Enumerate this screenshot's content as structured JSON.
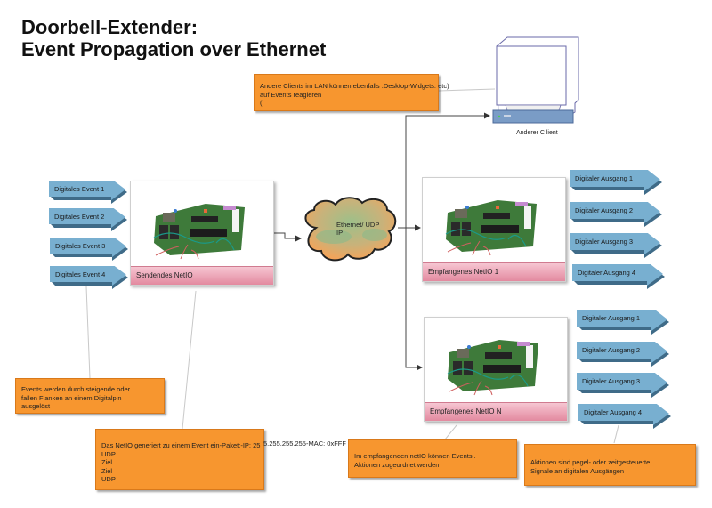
{
  "title": {
    "line1": "Doorbell-Extender:",
    "line2": "Event Propagation over Ethernet"
  },
  "colors": {
    "note": "#f7962f",
    "arrow": "#6fa5c8",
    "arrow_dark": "#3e6a86",
    "card_label": "#e8a0b3",
    "cloud_orange": "#f0a862",
    "cloud_green": "#8ab98a"
  },
  "sender": {
    "label": "Sendendes NetIO",
    "inputs": [
      "Digitales Event 1",
      "Digitales Event 2",
      "Digitales Event 3",
      "Digitales Event 4"
    ]
  },
  "network": {
    "line1": "Ethernet/ UDP",
    "line2": "IP"
  },
  "client": {
    "label": "Anderer C lient"
  },
  "receivers": [
    {
      "label": "Empfangenes NetIO 1",
      "outputs": [
        "Digitaler Ausgang 1",
        "Digitaler Ausgang 2",
        "Digitaler Ausgang 3",
        "Digitaler Ausgang 4"
      ]
    },
    {
      "label": "Empfangenes NetIO N",
      "outputs": [
        "Digitaler Ausgang 1",
        "Digitaler Ausgang 2",
        "Digitaler Ausgang 3",
        "Digitaler Ausgang 4"
      ]
    }
  ],
  "notes": {
    "clients": [
      "Andere Clients im LAN können ebenfalls .Desktop-Widgets. etc)",
      "auf Events reagieren",
      "("
    ],
    "events": [
      "Events werden durch steigende oder.",
      "fallen Flanken an einem Digitalpin",
      "ausgelöst"
    ],
    "packet": {
      "inside": "Das NetIO generiert zu einem Event ein-Paket:-IP: 25",
      "overflow": "5.255.255.255-MAC: 0xFFF",
      "lines": [
        "UDP",
        "Ziel",
        "Ziel",
        "UDP"
      ]
    },
    "receiver": [
      "Im empfangenden netIO können Events .",
      "Aktionen zugeordnet werden"
    ],
    "actions": [
      "Aktionen sind pegel- oder zeitgesteuerte .",
      "Signale an digitalen Ausgängen"
    ]
  }
}
